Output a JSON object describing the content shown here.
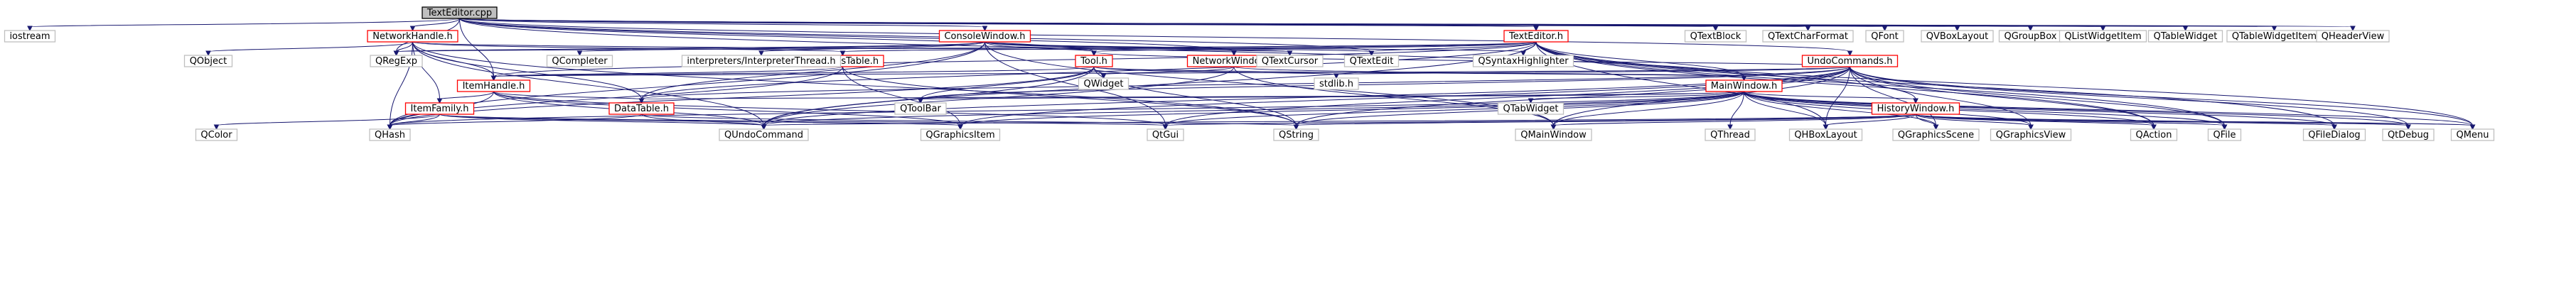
{
  "colors": {
    "edge": "#191970",
    "root_fill": "#bfbfbf",
    "root_border": "#000000",
    "doc_border": "#ff0000",
    "ext_border": "#bfbfbf",
    "node_fill": "#ffffff"
  },
  "nodes": [
    {
      "id": "texteditor_cpp",
      "label": "TextEditor.cpp",
      "kind": "root"
    },
    {
      "id": "iostream",
      "label": "iostream",
      "kind": "external"
    },
    {
      "id": "networkhandle_h",
      "label": "NetworkHandle.h",
      "kind": "header"
    },
    {
      "id": "consolewindow_h",
      "label": "ConsoleWindow.h",
      "kind": "header"
    },
    {
      "id": "texteditor_h",
      "label": "TextEditor.h",
      "kind": "header"
    },
    {
      "id": "undocommands_h",
      "label": "UndoCommands.h",
      "kind": "header"
    },
    {
      "id": "tool_h",
      "label": "Tool.h",
      "kind": "header"
    },
    {
      "id": "networkwindow_h",
      "label": "NetworkWindow.h",
      "kind": "header"
    },
    {
      "id": "symbolstable_h",
      "label": "SymbolsTable.h",
      "kind": "header"
    },
    {
      "id": "itemhandle_h",
      "label": "ItemHandle.h",
      "kind": "header"
    },
    {
      "id": "mainwindow_h",
      "label": "MainWindow.h",
      "kind": "header"
    },
    {
      "id": "itemfamily_h",
      "label": "ItemFamily.h",
      "kind": "header"
    },
    {
      "id": "datatable_h",
      "label": "DataTable.h",
      "kind": "header"
    },
    {
      "id": "historywindow_h",
      "label": "HistoryWindow.h",
      "kind": "header"
    },
    {
      "id": "qtextblock",
      "label": "QTextBlock",
      "kind": "external"
    },
    {
      "id": "qtextcharformat",
      "label": "QTextCharFormat",
      "kind": "external"
    },
    {
      "id": "qfont",
      "label": "QFont",
      "kind": "external"
    },
    {
      "id": "qvboxlayout",
      "label": "QVBoxLayout",
      "kind": "external"
    },
    {
      "id": "qgroupbox",
      "label": "QGroupBox",
      "kind": "external"
    },
    {
      "id": "qlistwidgetitem",
      "label": "QListWidgetItem",
      "kind": "external"
    },
    {
      "id": "qtablewidget",
      "label": "QTableWidget",
      "kind": "external"
    },
    {
      "id": "qtablewidgetitem",
      "label": "QTableWidgetItem",
      "kind": "external"
    },
    {
      "id": "qheaderview",
      "label": "QHeaderView",
      "kind": "external"
    },
    {
      "id": "qobject",
      "label": "QObject",
      "kind": "external"
    },
    {
      "id": "qregexp",
      "label": "QRegExp",
      "kind": "external"
    },
    {
      "id": "qcompleter",
      "label": "QCompleter",
      "kind": "external"
    },
    {
      "id": "interpreterthread_h",
      "label": "interpreters/InterpreterThread.h",
      "kind": "external"
    },
    {
      "id": "qtextcursor",
      "label": "QTextCursor",
      "kind": "external"
    },
    {
      "id": "qtextedit",
      "label": "QTextEdit",
      "kind": "external"
    },
    {
      "id": "qsyntaxhighlighter",
      "label": "QSyntaxHighlighter",
      "kind": "external"
    },
    {
      "id": "qwidget",
      "label": "QWidget",
      "kind": "external"
    },
    {
      "id": "stdlib_h",
      "label": "stdlib.h",
      "kind": "external"
    },
    {
      "id": "qtoolbar",
      "label": "QToolBar",
      "kind": "external"
    },
    {
      "id": "qtabwidget",
      "label": "QTabWidget",
      "kind": "external"
    },
    {
      "id": "qcolor",
      "label": "QColor",
      "kind": "external"
    },
    {
      "id": "qhash",
      "label": "QHash",
      "kind": "external"
    },
    {
      "id": "qundocommand",
      "label": "QUndoCommand",
      "kind": "external"
    },
    {
      "id": "qgraphicsitem",
      "label": "QGraphicsItem",
      "kind": "external"
    },
    {
      "id": "qtgui",
      "label": "QtGui",
      "kind": "external"
    },
    {
      "id": "qstring",
      "label": "QString",
      "kind": "external"
    },
    {
      "id": "qmainwindow",
      "label": "QMainWindow",
      "kind": "external"
    },
    {
      "id": "qthread",
      "label": "QThread",
      "kind": "external"
    },
    {
      "id": "qhboxlayout",
      "label": "QHBoxLayout",
      "kind": "external"
    },
    {
      "id": "qgraphicsscene",
      "label": "QGraphicsScene",
      "kind": "external"
    },
    {
      "id": "qgraphicsview",
      "label": "QGraphicsView",
      "kind": "external"
    },
    {
      "id": "qaction",
      "label": "QAction",
      "kind": "external"
    },
    {
      "id": "qfile",
      "label": "QFile",
      "kind": "external"
    },
    {
      "id": "qfiledialog",
      "label": "QFileDialog",
      "kind": "external"
    },
    {
      "id": "qtdebug",
      "label": "QtDebug",
      "kind": "external"
    },
    {
      "id": "qmenu",
      "label": "QMenu",
      "kind": "external"
    }
  ],
  "edges": [
    [
      "texteditor_cpp",
      "iostream"
    ],
    [
      "texteditor_cpp",
      "networkhandle_h"
    ],
    [
      "texteditor_cpp",
      "consolewindow_h"
    ],
    [
      "texteditor_cpp",
      "texteditor_h"
    ],
    [
      "texteditor_cpp",
      "undocommands_h"
    ],
    [
      "texteditor_cpp",
      "tool_h"
    ],
    [
      "texteditor_cpp",
      "networkwindow_h"
    ],
    [
      "texteditor_cpp",
      "itemhandle_h"
    ],
    [
      "texteditor_cpp",
      "mainwindow_h"
    ],
    [
      "texteditor_cpp",
      "qtextblock"
    ],
    [
      "texteditor_cpp",
      "qtextcharformat"
    ],
    [
      "texteditor_cpp",
      "qfont"
    ],
    [
      "texteditor_cpp",
      "qvboxlayout"
    ],
    [
      "texteditor_cpp",
      "qgroupbox"
    ],
    [
      "texteditor_cpp",
      "qlistwidgetitem"
    ],
    [
      "texteditor_cpp",
      "qtablewidget"
    ],
    [
      "texteditor_cpp",
      "qtablewidgetitem"
    ],
    [
      "texteditor_cpp",
      "qheaderview"
    ],
    [
      "texteditor_cpp",
      "qregexp"
    ],
    [
      "texteditor_cpp",
      "qtextedit"
    ],
    [
      "networkhandle_h",
      "qobject"
    ],
    [
      "networkhandle_h",
      "qregexp"
    ],
    [
      "networkhandle_h",
      "symbolstable_h"
    ],
    [
      "networkhandle_h",
      "itemhandle_h"
    ],
    [
      "networkhandle_h",
      "datatable_h"
    ],
    [
      "networkhandle_h",
      "qhash"
    ],
    [
      "networkhandle_h",
      "qundocommand"
    ],
    [
      "networkhandle_h",
      "qstring"
    ],
    [
      "networkhandle_h",
      "qtextcursor"
    ],
    [
      "networkhandle_h",
      "itemfamily_h"
    ],
    [
      "consolewindow_h",
      "qregexp"
    ],
    [
      "consolewindow_h",
      "qcompleter"
    ],
    [
      "consolewindow_h",
      "interpreterthread_h"
    ],
    [
      "consolewindow_h",
      "qtextcursor"
    ],
    [
      "consolewindow_h",
      "qtextedit"
    ],
    [
      "consolewindow_h",
      "qsyntaxhighlighter"
    ],
    [
      "consolewindow_h",
      "tool_h"
    ],
    [
      "consolewindow_h",
      "datatable_h"
    ],
    [
      "consolewindow_h",
      "qmainwindow"
    ],
    [
      "consolewindow_h",
      "qhash"
    ],
    [
      "consolewindow_h",
      "qtgui"
    ],
    [
      "texteditor_h",
      "qregexp"
    ],
    [
      "texteditor_h",
      "qtextedit"
    ],
    [
      "texteditor_h",
      "qsyntaxhighlighter"
    ],
    [
      "texteditor_h",
      "symbolstable_h"
    ],
    [
      "texteditor_h",
      "tool_h"
    ],
    [
      "texteditor_h",
      "mainwindow_h"
    ],
    [
      "texteditor_h",
      "historywindow_h"
    ],
    [
      "texteditor_h",
      "itemhandle_h"
    ],
    [
      "texteditor_h",
      "datatable_h"
    ],
    [
      "texteditor_h",
      "qundocommand"
    ],
    [
      "texteditor_h",
      "qaction"
    ],
    [
      "texteditor_h",
      "qfile"
    ],
    [
      "texteditor_h",
      "qfiledialog"
    ],
    [
      "texteditor_h",
      "qmenu"
    ],
    [
      "texteditor_h",
      "qhboxlayout"
    ],
    [
      "undocommands_h",
      "tool_h"
    ],
    [
      "undocommands_h",
      "stdlib_h"
    ],
    [
      "undocommands_h",
      "itemhandle_h"
    ],
    [
      "undocommands_h",
      "qundocommand"
    ],
    [
      "undocommands_h",
      "qgraphicsitem"
    ],
    [
      "undocommands_h",
      "qtgui"
    ],
    [
      "undocommands_h",
      "qstring"
    ],
    [
      "undocommands_h",
      "qhboxlayout"
    ],
    [
      "undocommands_h",
      "qgraphicsscene"
    ],
    [
      "undocommands_h",
      "qgraphicsview"
    ],
    [
      "undocommands_h",
      "qaction"
    ],
    [
      "undocommands_h",
      "qfile"
    ],
    [
      "undocommands_h",
      "qtdebug"
    ],
    [
      "undocommands_h",
      "qmenu"
    ],
    [
      "undocommands_h",
      "datatable_h"
    ],
    [
      "undocommands_h",
      "qtoolbar"
    ],
    [
      "undocommands_h",
      "qmainwindow"
    ],
    [
      "tool_h",
      "qwidget"
    ],
    [
      "tool_h",
      "stdlib_h"
    ],
    [
      "tool_h",
      "itemhandle_h"
    ],
    [
      "tool_h",
      "mainwindow_h"
    ],
    [
      "tool_h",
      "qhash"
    ],
    [
      "tool_h",
      "qundocommand"
    ],
    [
      "tool_h",
      "qtoolbar"
    ],
    [
      "tool_h",
      "qstring"
    ],
    [
      "networkwindow_h",
      "qwidget"
    ],
    [
      "networkwindow_h",
      "mainwindow_h"
    ],
    [
      "networkwindow_h",
      "qundocommand"
    ],
    [
      "networkwindow_h",
      "qmainwindow"
    ],
    [
      "symbolstable_h",
      "qhash"
    ],
    [
      "symbolstable_h",
      "qstring"
    ],
    [
      "symbolstable_h",
      "qgraphicsitem"
    ],
    [
      "symbolstable_h",
      "itemhandle_h"
    ],
    [
      "itemhandle_h",
      "itemfamily_h"
    ],
    [
      "itemhandle_h",
      "datatable_h"
    ],
    [
      "itemhandle_h",
      "qhash"
    ],
    [
      "itemhandle_h",
      "qundocommand"
    ],
    [
      "itemhandle_h",
      "qgraphicsitem"
    ],
    [
      "itemhandle_h",
      "qtgui"
    ],
    [
      "mainwindow_h",
      "datatable_h"
    ],
    [
      "mainwindow_h",
      "qtoolbar"
    ],
    [
      "mainwindow_h",
      "qtabwidget"
    ],
    [
      "mainwindow_h",
      "historywindow_h"
    ],
    [
      "mainwindow_h",
      "qhash"
    ],
    [
      "mainwindow_h",
      "qundocommand"
    ],
    [
      "mainwindow_h",
      "qgraphicsitem"
    ],
    [
      "mainwindow_h",
      "qtgui"
    ],
    [
      "mainwindow_h",
      "qstring"
    ],
    [
      "mainwindow_h",
      "qmainwindow"
    ],
    [
      "mainwindow_h",
      "qthread"
    ],
    [
      "mainwindow_h",
      "qhboxlayout"
    ],
    [
      "mainwindow_h",
      "qgraphicsscene"
    ],
    [
      "mainwindow_h",
      "qgraphicsview"
    ],
    [
      "mainwindow_h",
      "qaction"
    ],
    [
      "mainwindow_h",
      "qfile"
    ],
    [
      "mainwindow_h",
      "qfiledialog"
    ],
    [
      "mainwindow_h",
      "qtdebug"
    ],
    [
      "mainwindow_h",
      "qmenu"
    ],
    [
      "itemfamily_h",
      "qcolor"
    ],
    [
      "itemfamily_h",
      "qhash"
    ],
    [
      "itemfamily_h",
      "qundocommand"
    ],
    [
      "itemfamily_h",
      "qgraphicsitem"
    ],
    [
      "itemfamily_h",
      "qtgui"
    ],
    [
      "datatable_h",
      "qhash"
    ],
    [
      "datatable_h",
      "qundocommand"
    ],
    [
      "datatable_h",
      "qstring"
    ],
    [
      "historywindow_h",
      "qundocommand"
    ],
    [
      "historywindow_h",
      "qtgui"
    ],
    [
      "historywindow_h",
      "qstring"
    ],
    [
      "historywindow_h",
      "qmainwindow"
    ],
    [
      "historywindow_h",
      "qhboxlayout"
    ],
    [
      "historywindow_h",
      "qgraphicsscene"
    ],
    [
      "historywindow_h",
      "qgraphicsview"
    ],
    [
      "historywindow_h",
      "qaction"
    ],
    [
      "historywindow_h",
      "qfile"
    ],
    [
      "historywindow_h",
      "qfiledialog"
    ],
    [
      "historywindow_h",
      "qtdebug"
    ],
    [
      "historywindow_h",
      "qmenu"
    ]
  ]
}
